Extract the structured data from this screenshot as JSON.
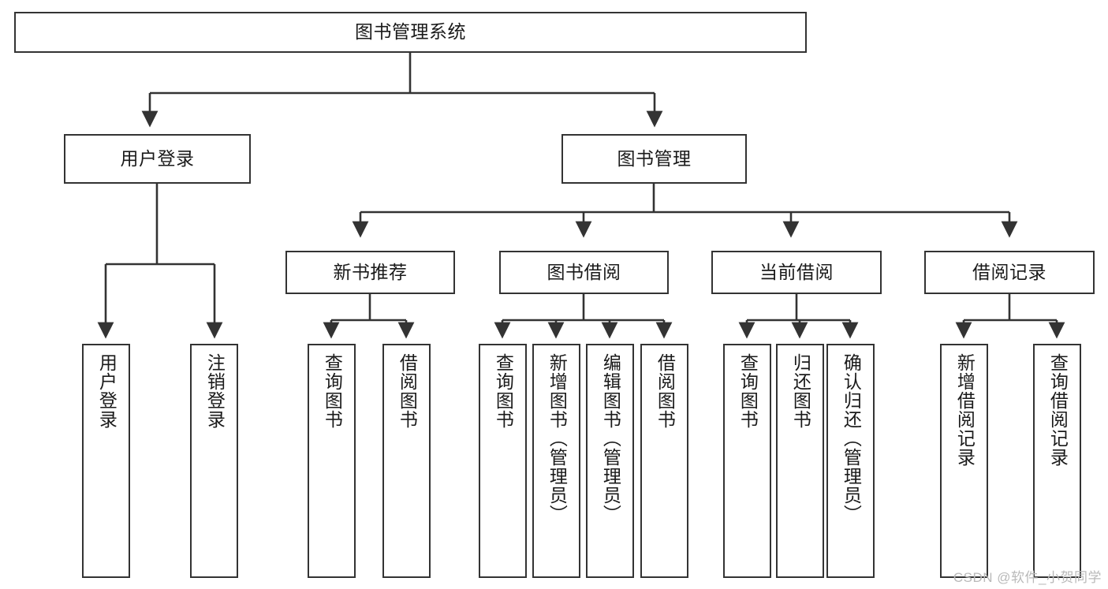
{
  "diagram": {
    "title": "图书管理系统",
    "type": "hierarchy-tree",
    "line_color": "#333333",
    "box_fill": "#ffffff",
    "text_color": "#1a1a1a",
    "watermark": "CSDN @软件_小贺同学",
    "levels": {
      "level1": [
        {
          "id": "root",
          "label": "图书管理系统",
          "orientation": "horizontal"
        }
      ],
      "level2": [
        {
          "id": "user-login",
          "label": "用户登录",
          "orientation": "horizontal"
        },
        {
          "id": "book-manage",
          "label": "图书管理",
          "orientation": "horizontal"
        }
      ],
      "level3": [
        {
          "id": "new-book-rec",
          "label": "新书推荐",
          "orientation": "horizontal"
        },
        {
          "id": "book-borrow",
          "label": "图书借阅",
          "orientation": "horizontal"
        },
        {
          "id": "current-borrow",
          "label": "当前借阅",
          "orientation": "horizontal"
        },
        {
          "id": "borrow-record",
          "label": "借阅记录",
          "orientation": "horizontal"
        }
      ],
      "level4": [
        {
          "id": "leaf-user-login",
          "parent": "user-login",
          "label": "用户登录",
          "orientation": "vertical"
        },
        {
          "id": "leaf-logout-login",
          "parent": "user-login",
          "label": "注销登录",
          "orientation": "vertical"
        },
        {
          "id": "leaf-query-book-1",
          "parent": "new-book-rec",
          "label": "查询图书",
          "orientation": "vertical"
        },
        {
          "id": "leaf-borrow-book-1",
          "parent": "new-book-rec",
          "label": "借阅图书",
          "orientation": "vertical"
        },
        {
          "id": "leaf-query-book-2",
          "parent": "book-borrow",
          "label": "查询图书",
          "orientation": "vertical"
        },
        {
          "id": "leaf-add-book",
          "parent": "book-borrow",
          "label": "新增图书（管理员）",
          "orientation": "vertical"
        },
        {
          "id": "leaf-edit-book",
          "parent": "book-borrow",
          "label": "编辑图书（管理员）",
          "orientation": "vertical"
        },
        {
          "id": "leaf-borrow-book-2",
          "parent": "book-borrow",
          "label": "借阅图书",
          "orientation": "vertical"
        },
        {
          "id": "leaf-query-book-3",
          "parent": "current-borrow",
          "label": "查询图书",
          "orientation": "vertical"
        },
        {
          "id": "leaf-return-book",
          "parent": "current-borrow",
          "label": "归还图书",
          "orientation": "vertical"
        },
        {
          "id": "leaf-confirm-return",
          "parent": "current-borrow",
          "label": "确认归还（管理员）",
          "orientation": "vertical"
        },
        {
          "id": "leaf-add-record",
          "parent": "borrow-record",
          "label": "新增借阅记录",
          "orientation": "vertical"
        },
        {
          "id": "leaf-query-record",
          "parent": "borrow-record",
          "label": "查询借阅记录",
          "orientation": "vertical"
        }
      ]
    }
  }
}
